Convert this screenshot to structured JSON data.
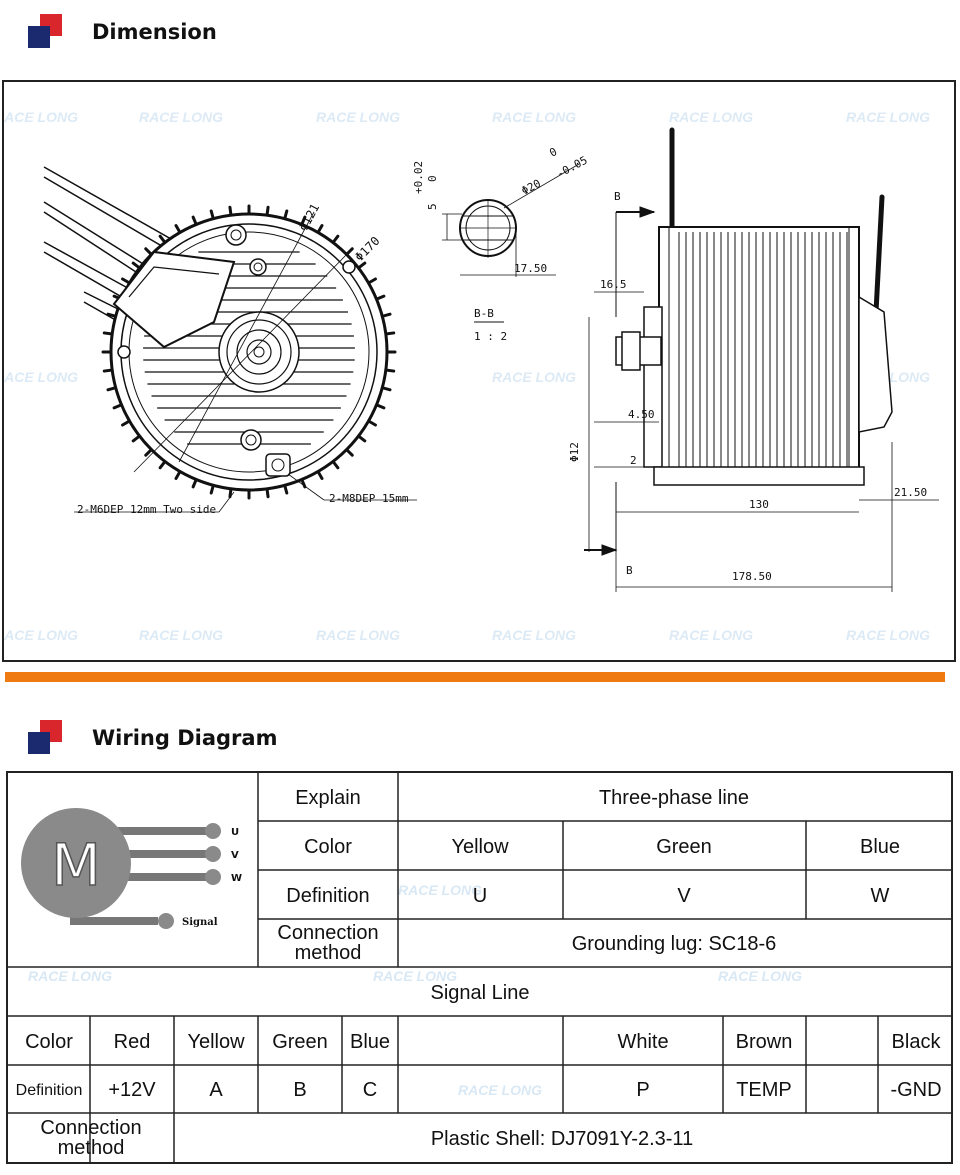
{
  "sections": {
    "dimension": "Dimension",
    "wiring": "Wiring Diagram"
  },
  "watermark": "RACE LONG",
  "colors": {
    "accent_orange": "#f07a12",
    "logo_red": "#d9262c",
    "logo_blue": "#1b2a6e"
  },
  "drawing": {
    "dia_121": "Φ121",
    "dia_170": "Φ170",
    "m6": "2-M6DEP 12mm Two side",
    "m8": "2-M8DEP 15mm",
    "tol_plus": "+0.02",
    "tol_zero": "0",
    "key_5": "5",
    "shaft_dia": "Φ20",
    "shaft_tol_0": "0",
    "shaft_tol_neg": "-0.05",
    "dim_17_50": "17.50",
    "section_bb": "B-B",
    "scale": "1 : 2",
    "label_b_top": "B",
    "label_b_bottom": "B",
    "dim_16_5": "16.5",
    "dim_4_50": "4.50",
    "dim_2": "2",
    "dim_12": "Φ12",
    "dim_130": "130",
    "dim_21_50": "21.50",
    "dim_178_50": "178.50"
  },
  "wiring": {
    "motor_letter": "M",
    "terminals": [
      "U",
      "V",
      "W"
    ],
    "signal_label": "Signal",
    "explain_label": "Explain",
    "three_phase": "Three-phase line",
    "color_label": "Color",
    "phase_colors": [
      "Yellow",
      "Green",
      "Blue"
    ],
    "definition_label": "Definition",
    "phase_defs": [
      "U",
      "V",
      "W"
    ],
    "connection_label": "Connection method",
    "grounding": "Grounding lug: SC18-6",
    "signal_line": "Signal Line",
    "signal_colors": [
      "Red",
      "Yellow",
      "Green",
      "Blue",
      "",
      "White",
      "Brown",
      "",
      "Black"
    ],
    "signal_defs": [
      "+12V",
      "A",
      "B",
      "C",
      "",
      "P",
      "TEMP",
      "",
      "-GND"
    ],
    "plastic_shell": "Plastic Shell:  DJ7091Y-2.3-11"
  }
}
